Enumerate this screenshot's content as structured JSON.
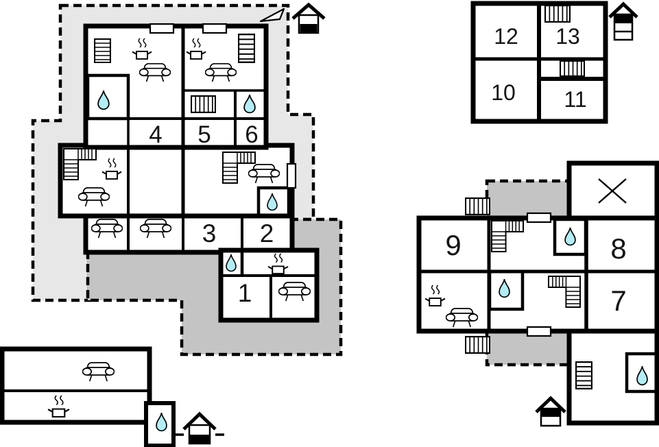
{
  "plan": {
    "rooms": {
      "r1": "1",
      "r2": "2",
      "r3": "3",
      "r4": "4",
      "r5": "5",
      "r6": "6",
      "r7": "7",
      "r8": "8",
      "r9": "9",
      "r10": "10",
      "r11": "11",
      "r12": "12",
      "r13": "13"
    },
    "colors": {
      "terrace_light": "#e7e7e7",
      "terrace_dark": "#c4c4c4",
      "water_drop": "#b3ecf4",
      "wall": "#000000",
      "background": "#ffffff"
    },
    "icons": {
      "sofa": "sofa",
      "stove": "stove-pot-with-steam",
      "water_drop": "bathroom-water-drop",
      "stairs": "staircase",
      "stairs_corner": "corner-staircase",
      "door": "door-opening",
      "north_arrow": "north-arrow",
      "floor_indicator": "house-storey-indicator",
      "crossed_area": "not-accessible-area"
    }
  }
}
